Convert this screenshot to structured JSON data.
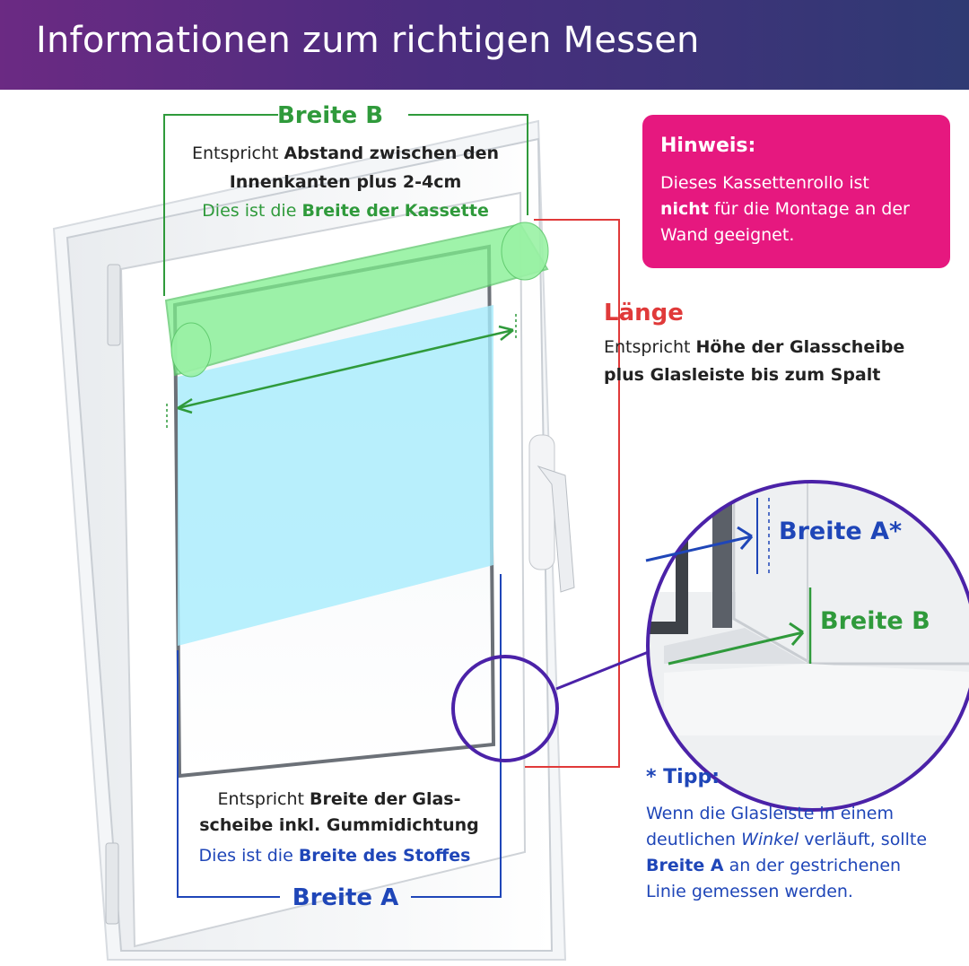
{
  "header": {
    "title": "Informationen zum richtigen Messen"
  },
  "breite_b": {
    "label": "Breite B",
    "line1_pre": "Entspricht ",
    "line1_bold": "Abstand zwischen den",
    "line2_bold": "Innenkanten plus 2-4cm",
    "line3_pre": "Dies ist die ",
    "line3_bold": "Breite der Kassette"
  },
  "hinweis": {
    "title": "Hinweis:",
    "text_pre": "Dieses Kassettenrollo ist",
    "text_bold": "nicht",
    "text_post": " für die Montage an der Wand geeignet."
  },
  "laenge": {
    "label": "Länge",
    "line1_pre": "Entspricht ",
    "line1_bold": "Höhe der Glasscheibe",
    "line2_bold": "plus Glasleiste bis zum Spalt"
  },
  "zoom": {
    "breite_a_label": "Breite A*",
    "breite_b_label": "Breite B"
  },
  "breite_a": {
    "line1_pre": "Entspricht ",
    "line1_bold": "Breite der Glas-",
    "line2_bold": "scheibe inkl. Gummidichtung",
    "line3_pre": "Dies ist die ",
    "line3_bold": "Breite des Stoffes",
    "label": "Breite A"
  },
  "tipp": {
    "title": "* Tipp:",
    "l1": "Wenn die Glasleiste in einem",
    "l2_pre": "deutlichen ",
    "l2_italic": "Winkel",
    "l2_post": " verläuft, sollte",
    "l3_bold": "Breite A",
    "l3_post": " an der gestrichenen",
    "l4": "Linie gemessen werden."
  },
  "colors": {
    "green": "#2f9a3b",
    "blue": "#1f46b8",
    "red": "#e03a3a",
    "pink": "#e6187f",
    "purple": "#4b22a8"
  }
}
